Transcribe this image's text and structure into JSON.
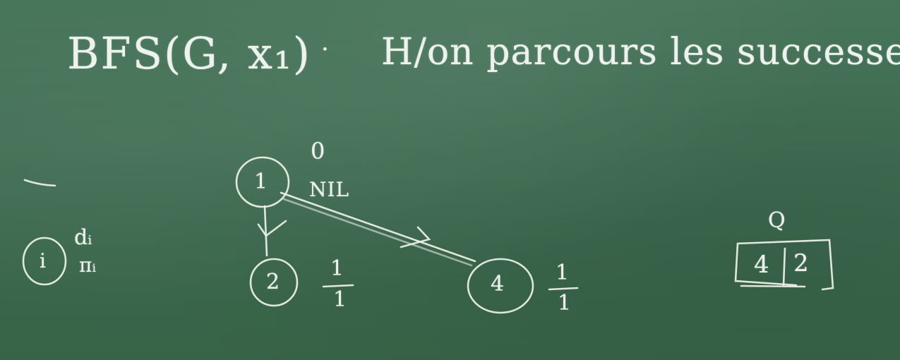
{
  "header": {
    "title": "BFS(G, x₁)",
    "separator": "·",
    "note": "H/on parcours les successeurs."
  },
  "graph": {
    "nodes": [
      {
        "id": "1",
        "label": "1",
        "top_value": "0",
        "bottom_value": "NIL"
      },
      {
        "id": "2",
        "label": "2",
        "top_value": "1",
        "bottom_value": "1"
      },
      {
        "id": "4",
        "label": "4",
        "top_value": "1",
        "bottom_value": "1"
      }
    ],
    "edges": [
      {
        "from": "1",
        "to": "2"
      },
      {
        "from": "1",
        "to": "4"
      }
    ]
  },
  "legend": {
    "node_label": "i",
    "top_label": "dᵢ",
    "bottom_label": "πᵢ"
  },
  "queue": {
    "label": "Q",
    "items": [
      "4",
      "2"
    ]
  },
  "colors": {
    "board": "#3f6b4f",
    "chalk": "#eef2ec"
  }
}
